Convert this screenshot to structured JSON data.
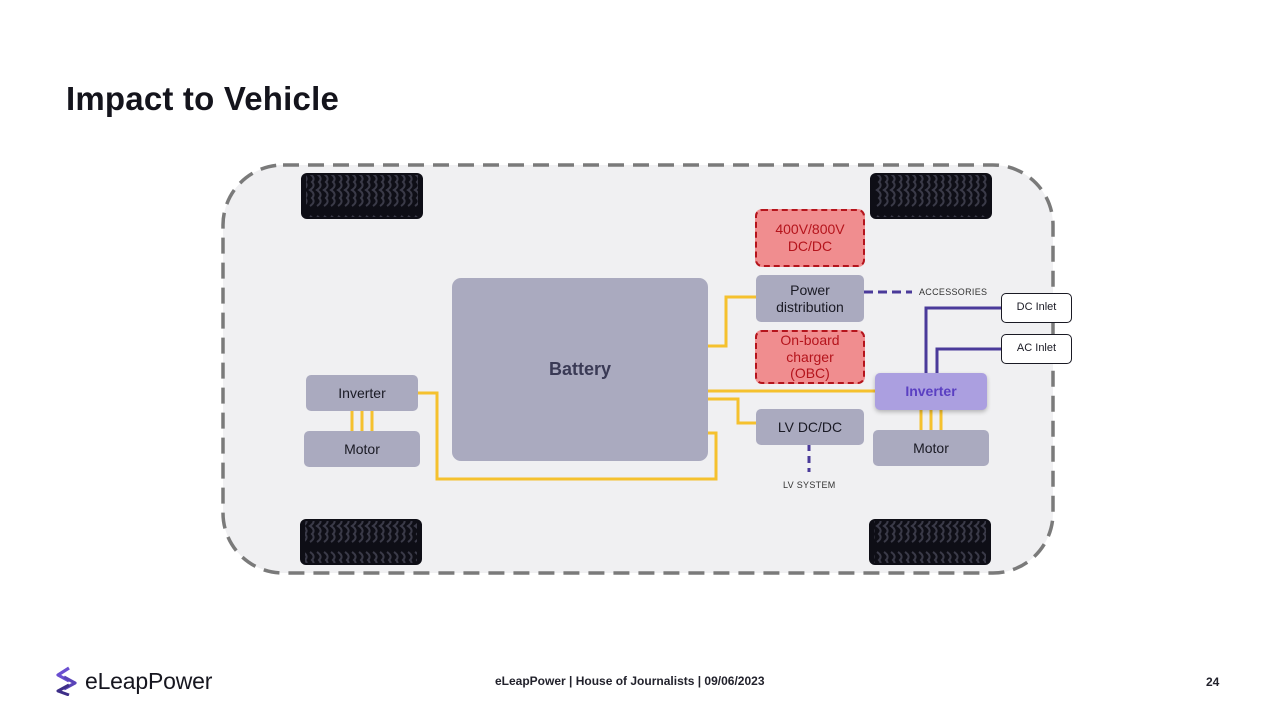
{
  "slide": {
    "title": "Impact to Vehicle",
    "page_number": "24"
  },
  "footer": {
    "brand": "eLeapPower",
    "caption": "eLeapPower | House of Journalists | 09/06/2023"
  },
  "diagram": {
    "components": {
      "battery": "Battery",
      "dcdc_hv": [
        "400V/800V",
        "DC/DC"
      ],
      "power_distribution": [
        "Power",
        "distribution"
      ],
      "obc": [
        "On-board",
        "charger",
        "(OBC)"
      ],
      "inverter_front": "Inverter",
      "inverter_rear": "Inverter",
      "motor_front": "Motor",
      "motor_rear": "Motor",
      "lv_dcdc": "LV DC/DC",
      "dc_inlet": "DC Inlet",
      "ac_inlet": "AC Inlet"
    },
    "labels": {
      "accessories": "ACCESSORIES",
      "lv_system": "LV SYSTEM"
    },
    "highlighted_new_components": [
      "400V/800V DC/DC",
      "On-board charger (OBC)"
    ],
    "highlighted_integrated_component": "Inverter",
    "colors": {
      "chassis_fill": "#f0f0f2",
      "chassis_border": "#7a7a7a",
      "component_fill": "#aaaabf",
      "hv_wire": "#f5c12e",
      "signal_wire": "#4a3a9a",
      "new_component_fill": "#f08d8f",
      "new_component_border": "#b5141c",
      "integrated_fill": "#ab9fe0",
      "integrated_text": "#5a3fc2"
    }
  }
}
